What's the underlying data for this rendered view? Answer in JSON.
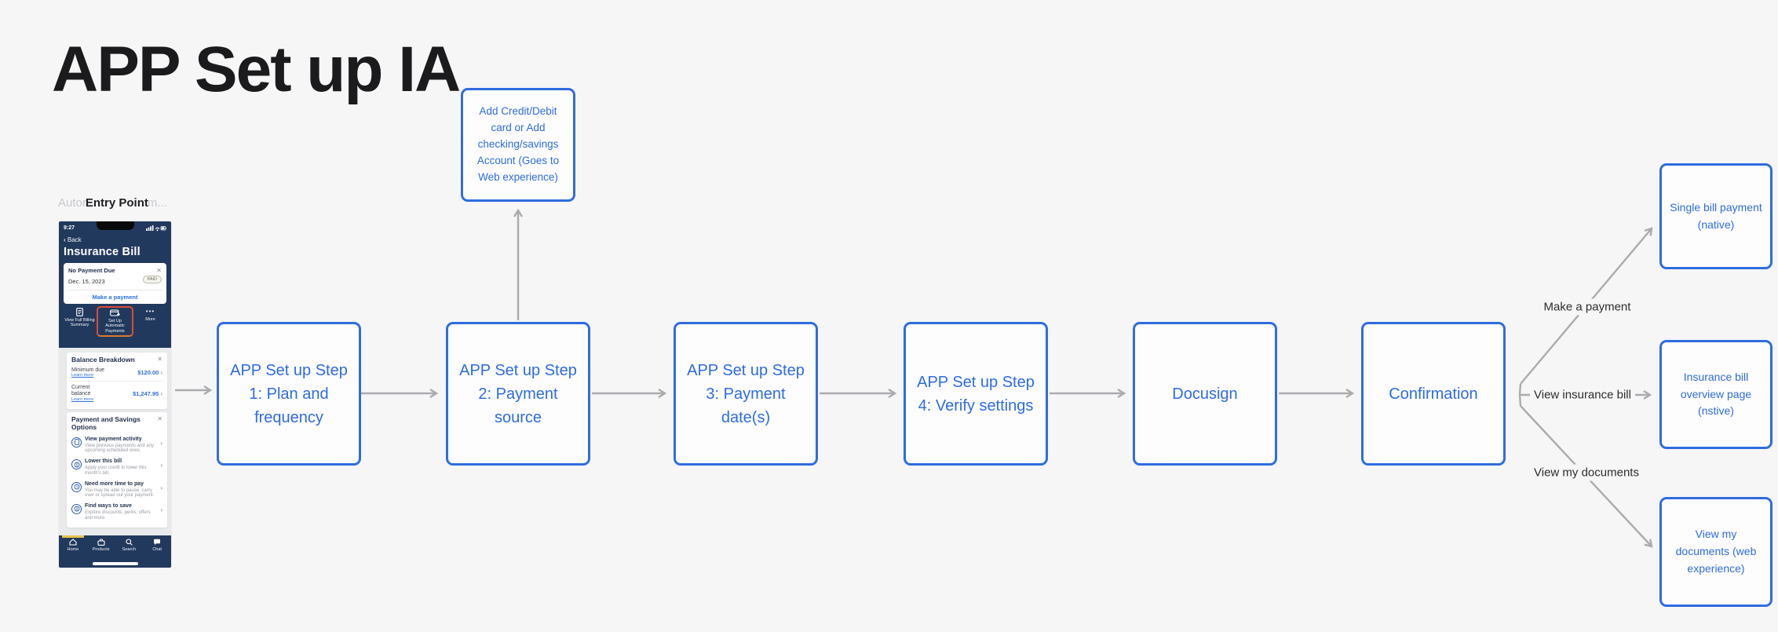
{
  "title": "APP Set up IA",
  "entry_label": {
    "faint_prefix": "Autor",
    "label": "Entry Point",
    "faint_suffix": "m..."
  },
  "phone": {
    "time": "9:27",
    "back_label": "Back",
    "screen_title": "Insurance Bill",
    "due_card": {
      "heading": "No Payment Due",
      "date": "Dec. 15, 2023",
      "badge": "PAID",
      "cta": "Make a payment"
    },
    "actions": {
      "view_full": "View Full Billing Summary",
      "setup_auto": "Set Up Automatic Payments",
      "more": "More"
    },
    "balance": {
      "heading": "Balance Breakdown",
      "row1_label": "Minimum due",
      "row1_link": "Learn more",
      "row1_value": "$120.00",
      "row2_label": "Current balance",
      "row2_link": "Learn more",
      "row2_value": "$1,247.95"
    },
    "options": {
      "heading": "Payment and Savings Options",
      "items": [
        {
          "title": "View payment activity",
          "sub": "View previous payments and any upcoming scheduled ones."
        },
        {
          "title": "Lower this bill",
          "sub": "Apply your credit to lower this month's bill."
        },
        {
          "title": "Need more time to pay",
          "sub": "You may be able to pause, carry over or spread out your payment."
        },
        {
          "title": "Find ways to save",
          "sub": "Explore discounts, perks, offers and more."
        }
      ]
    },
    "nav": {
      "home": "Home",
      "products": "Products",
      "search": "Search",
      "chat": "Chat"
    }
  },
  "flow": {
    "step1": "APP Set up Step 1: Plan and frequency",
    "step2": "APP Set up Step 2: Payment source",
    "step3": "APP Set up Step 3: Payment date(s)",
    "step4": "APP Set up Step 4: Verify settings",
    "docusign": "Docusign",
    "confirmation": "Confirmation",
    "detour": "Add Credit/Debit card or Add checking/savings Account (Goes to Web experience)",
    "branch_payment_label": "Make a payment",
    "branch_payment_target": "Single bill payment (native)",
    "branch_bill_label": "View insurance bill",
    "branch_bill_target": "Insurance bill overview page (nstive)",
    "branch_docs_label": "View my documents",
    "branch_docs_target": "View my documents (web experience)"
  },
  "colors": {
    "node_border": "#2e6ddf",
    "node_text": "#2e6be0",
    "arrow": "#ababaf",
    "phone_navy": "#22395e",
    "highlight_red": "#dc4a32",
    "active_tab_yellow": "#e6c34a",
    "link_blue": "#2f6fe0"
  }
}
